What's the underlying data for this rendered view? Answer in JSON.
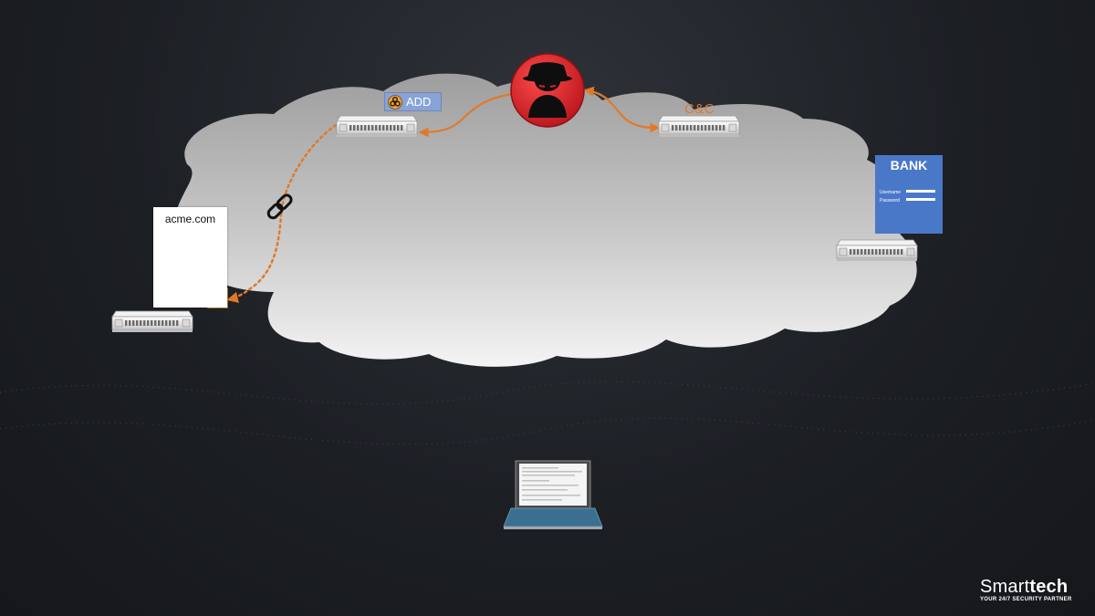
{
  "diagram": {
    "colors": {
      "arrow": "#e07a2a",
      "hacker_circle": "#d9232a",
      "bank_panel": "#4a78c9",
      "add_badge": "#8aa3d6",
      "cloud_light": "#f3f3f3",
      "cloud_dark": "#9a9a9a"
    },
    "icons": [
      "hacker-icon",
      "biohazard-icon",
      "chain-link-icon",
      "server-icon",
      "laptop-icon"
    ],
    "servers": {
      "add_server": {
        "badge_label": "ADD"
      },
      "cnc_server": {
        "label": "C&C"
      }
    },
    "website": {
      "title": "acme.com"
    },
    "bank": {
      "title": "BANK",
      "username_label": "Username",
      "password_label": "Password"
    }
  },
  "brand": {
    "name_regular": "Smart",
    "name_bold": "tech",
    "tagline": "YOUR 24/7 SECURITY PARTNER"
  }
}
